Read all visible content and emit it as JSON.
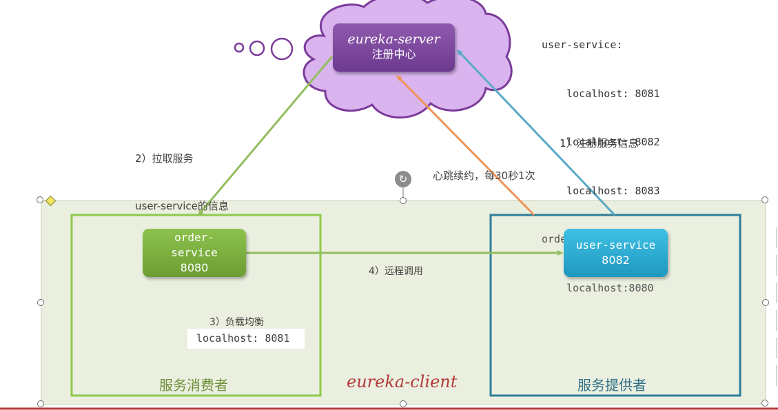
{
  "server": {
    "name": "eureka-server",
    "subtitle": "注册中心"
  },
  "registry": {
    "lines": [
      "user-service:",
      "    localhost: 8081",
      "    localhost: 8082",
      "    localhost: 8083",
      "order-service:",
      "    localhost:8080"
    ]
  },
  "steps": {
    "pull_line1": "2）拉取服务",
    "pull_line2": "user-service的信息",
    "register": "1）注册服务信息",
    "heartbeat": "心跳续约，每30秒1次",
    "remote_call": "4）远程调用",
    "load_balance": "3）负载均衡",
    "chosen_instance": "localhost: 8081"
  },
  "consumer": {
    "name_line1": "order-",
    "name_line2": "service",
    "port": "8080",
    "caption": "服务消费者"
  },
  "provider": {
    "name": "user-service",
    "port": "8082",
    "caption": "服务提供者"
  },
  "client_label": "eureka-client",
  "colors": {
    "cloud_fill": "#d9b4ee",
    "cloud_stroke": "#7b3b9a",
    "server_box": "#7e4a9e",
    "consumer_border": "#8fca4b",
    "consumer_box": "#77a83a",
    "provider_border": "#2e7e96",
    "provider_box": "#2aaacf",
    "pull_arrow": "#93bd5f",
    "register_arrow": "#5aaac7",
    "heartbeat_arrow": "#f0955a",
    "client_area": "#eaefdf",
    "client_label": "#b33a3a"
  }
}
